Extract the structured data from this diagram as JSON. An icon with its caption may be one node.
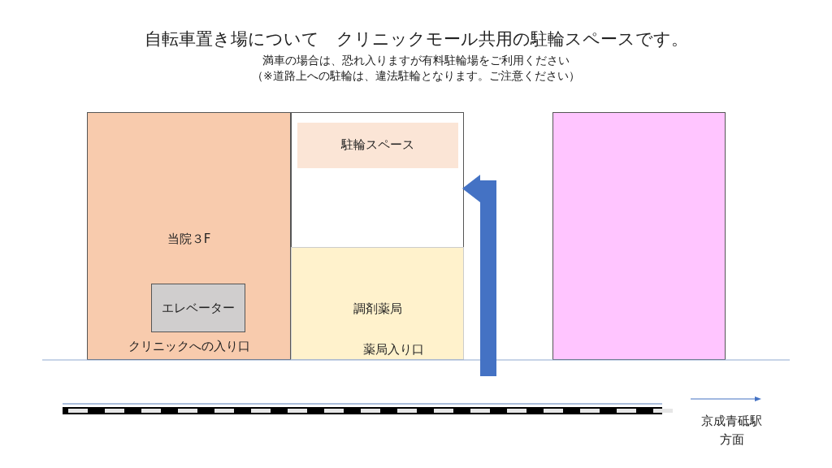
{
  "diagram": {
    "title": "自転車置き場について　クリニックモール共用の駐輪スペースです。",
    "nodes": [
      {
        "text": [
          "当院３F",
          "クリニックへの入り口"
        ]
      },
      {
        "text": [
          "エレベーター"
        ],
        "in": 0
      },
      {
        "text": [],
        "shape": "box"
      },
      {
        "text": [
          "駐輪スペース"
        ],
        "in": 2
      },
      {
        "text": [
          "調剤薬局",
          "薬局入り口"
        ]
      },
      {
        "text": [],
        "shape": "box"
      }
    ],
    "edges": [
      {
        "from": null,
        "to": 2,
        "arrow": "to",
        "color": "#4472c4"
      }
    ],
    "labels": [
      "満車の場合は、恐れ入りますが有料駐輪場をご利用ください",
      "（※道路上への駐輪は、違法駐輪となります。ご注意ください）",
      "京成青砥駅方面"
    ]
  }
}
